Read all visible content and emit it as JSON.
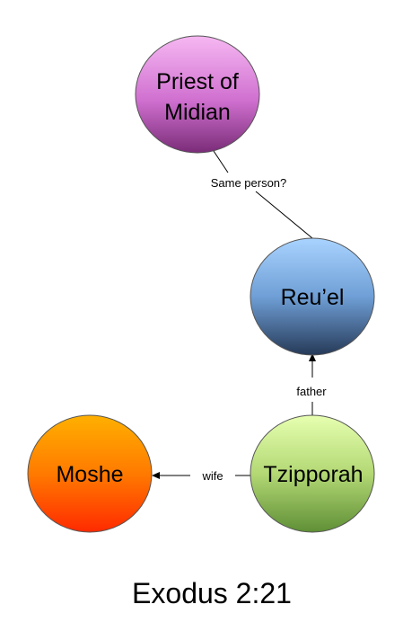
{
  "nodes": {
    "priest": {
      "lines": [
        "Priest of",
        "Midian"
      ],
      "color_top": "#f6b8f2",
      "color_bottom": "#7a2c78"
    },
    "reuel": {
      "lines": [
        "Reu’el"
      ],
      "color_top": "#a9d3ff",
      "color_bottom": "#263a58"
    },
    "tzipporah": {
      "lines": [
        "Tzipporah"
      ],
      "color_top": "#e6ffb0",
      "color_bottom": "#5f8f36"
    },
    "moshe": {
      "lines": [
        "Moshe"
      ],
      "color_top": "#ffb000",
      "color_bottom": "#ff2a00"
    }
  },
  "edges": {
    "same_person": {
      "label": "Same person?"
    },
    "father": {
      "label": "father"
    },
    "wife": {
      "label": "wife"
    }
  },
  "caption": "Exodus 2:21"
}
